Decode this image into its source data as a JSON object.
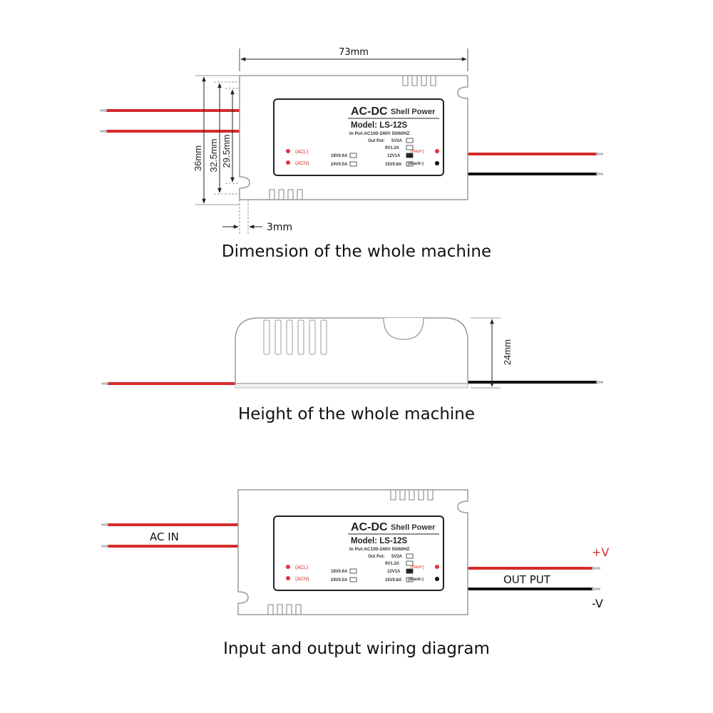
{
  "colors": {
    "wire_red": "#d62a2a",
    "wire_black": "#111111",
    "outline": "#9a9a9a",
    "led_red": "#e8323a"
  },
  "section1": {
    "caption": "Dimension of the whole machine",
    "dim_width": "73mm",
    "dim_h1": "36mm",
    "dim_h2": "32.5mm",
    "dim_h3": "29.5mm",
    "dim_hole": "3mm"
  },
  "section2": {
    "caption": "Height of the whole machine",
    "dim_height": "24mm"
  },
  "section3": {
    "caption": "Input and output wiring diagram",
    "ac_in": "AC IN",
    "output": "OUT PUT",
    "plus": "+V",
    "minus": "-V"
  },
  "label": {
    "title_main": "AC-DC",
    "title_sub": "Shell Power",
    "model": "Model:  LS-12S",
    "input": "In Put:AC100-240V 50/60HZ",
    "outputs_label": "Out Put:",
    "opt_5v": "5V2A",
    "opt_9v": "9V1.2A",
    "opt_12v": "12V1A",
    "opt_18v": "18V0.6A",
    "opt_24v": "24V0.5A",
    "opt_15v": "15V0.8A",
    "acl": "(ACL)",
    "acn": "(ACN)",
    "red": "(Red+)",
    "black": "(Black-)"
  }
}
